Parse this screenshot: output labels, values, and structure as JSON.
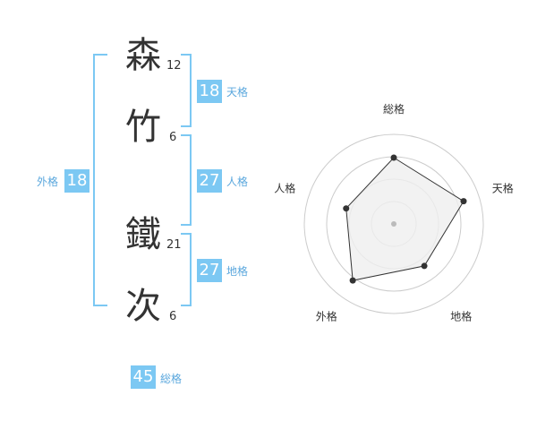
{
  "name": {
    "chars": [
      {
        "kanji": "森",
        "strokes": "12"
      },
      {
        "kanji": "竹",
        "strokes": "6"
      },
      {
        "kanji": "鐵",
        "strokes": "21"
      },
      {
        "kanji": "次",
        "strokes": "6"
      }
    ]
  },
  "fortune": {
    "tenkaku": {
      "value": "18",
      "label": "天格"
    },
    "jinkaku": {
      "value": "27",
      "label": "人格"
    },
    "chikaku": {
      "value": "27",
      "label": "地格"
    },
    "gaikaku": {
      "value": "18",
      "label": "外格"
    },
    "soukaku": {
      "value": "45",
      "label": "総格"
    }
  },
  "chart_data": {
    "type": "radar",
    "categories": [
      "総格",
      "天格",
      "地格",
      "外格",
      "人格"
    ],
    "values": [
      0.74,
      0.82,
      0.58,
      0.78,
      0.56
    ],
    "range": [
      0,
      1
    ],
    "rings": 4,
    "grid": true,
    "colors": {
      "fill": "#efefef",
      "stroke": "#333333",
      "grid": "#cccccc",
      "point": "#333333"
    }
  }
}
